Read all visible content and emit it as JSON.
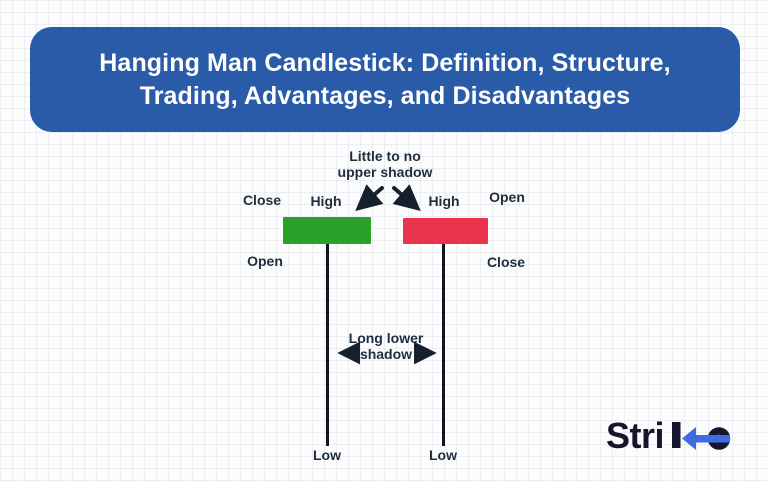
{
  "header": {
    "title": "Hanging Man Candlestick: Definition, Structure, Trading, Advantages, and Disadvantages",
    "bg_color": "#2A5BA8",
    "text_color": "#FFFFFF"
  },
  "diagram": {
    "upper_shadow_note": {
      "line1": "Little to no",
      "line2": "upper shadow"
    },
    "lower_shadow_note": {
      "line1": "Long lower",
      "line2": "shadow"
    },
    "bullish_candle": {
      "body_color": "#2BA02B",
      "close": "Close",
      "high": "High",
      "open": "Open",
      "low": "Low"
    },
    "bearish_candle": {
      "body_color": "#E9344B",
      "high": "High",
      "open": "Open",
      "close": "Close",
      "low": "Low"
    },
    "wick_color": "#10151C",
    "arrow_color": "#15202E",
    "label_text_color": "#1E2D3E"
  },
  "logo": {
    "text": "Strike",
    "text_prefix": "Stri",
    "dark_color": "#15152D",
    "accent_color": "#3E6BE1"
  }
}
